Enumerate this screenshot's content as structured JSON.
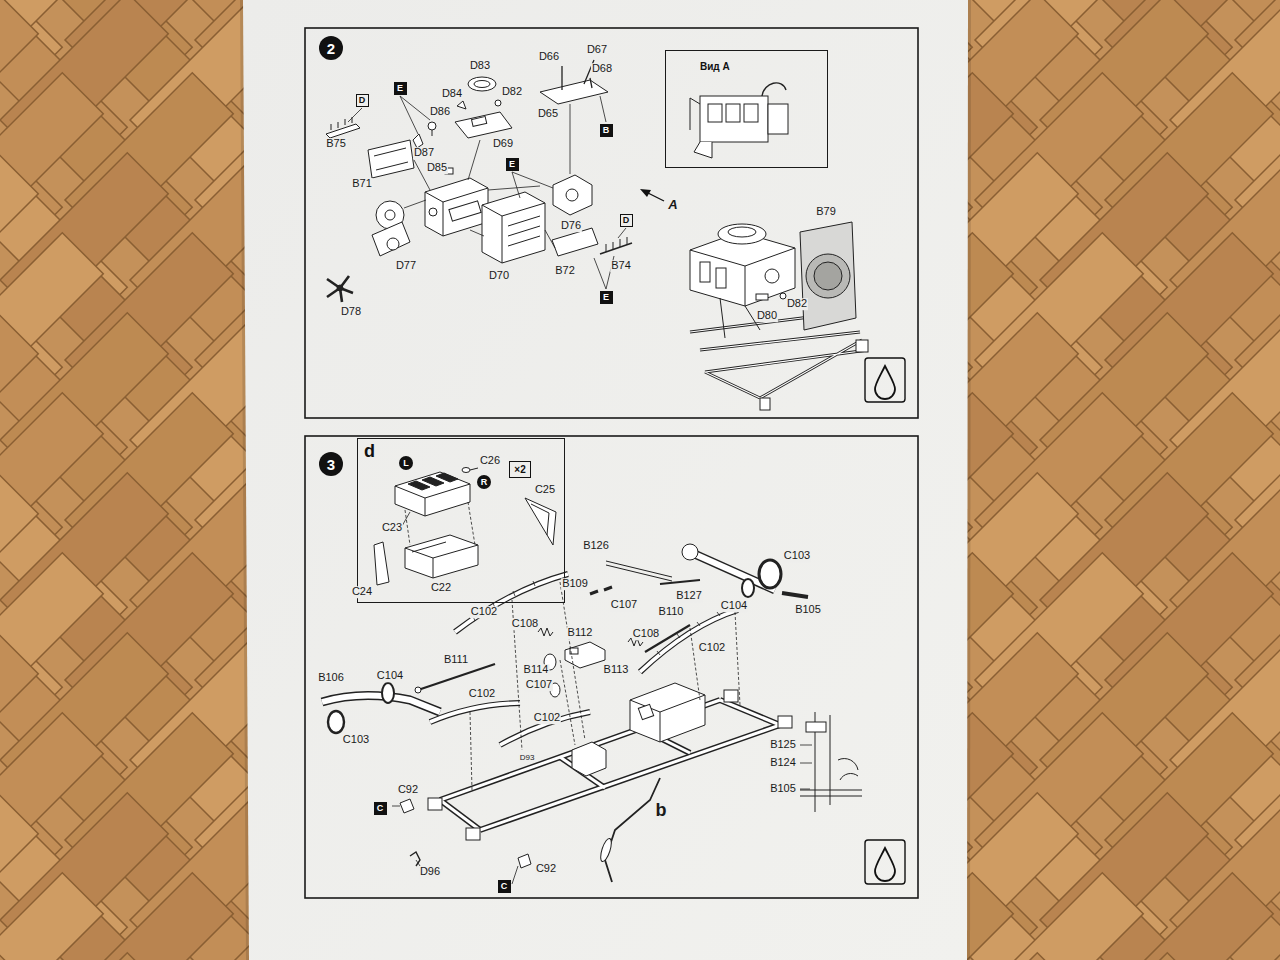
{
  "diagram": {
    "nodes": [
      {
        "text": [
          "2"
        ]
      },
      {
        "text": [
          "D"
        ]
      },
      {
        "text": [
          "E"
        ]
      },
      {
        "text": [
          "B"
        ]
      },
      {
        "text": [
          "Вид А"
        ]
      },
      {
        "text": [
          "E"
        ]
      },
      {
        "text": [
          "D"
        ]
      },
      {
        "text": [
          "E"
        ]
      },
      {
        "text": [
          "3"
        ]
      },
      {
        "text": [
          "d"
        ]
      },
      {
        "text": [
          "L"
        ],
        "in": 9
      },
      {
        "text": [
          "R"
        ],
        "in": 9
      },
      {
        "text": [
          "×2"
        ],
        "in": 9
      },
      {
        "text": [
          "C"
        ]
      },
      {
        "text": [
          "C"
        ]
      }
    ],
    "labels": [
      "D83",
      "D66",
      "D67",
      "D68",
      "D84",
      "D82",
      "D86",
      "D65",
      "B75",
      "D69",
      "D87",
      "D85",
      "B71",
      "A",
      "D76",
      "B79",
      "D77",
      "B72",
      "B74",
      "D70",
      "D82",
      "D78",
      "D80",
      "C26",
      "C23",
      "C25",
      "B126",
      "C103",
      "C24",
      "C22",
      "B109",
      "B127",
      "C107",
      "B105",
      "B110",
      "C104",
      "C102",
      "C108",
      "B112",
      "B113",
      "C108",
      "C102",
      "B111",
      "B106",
      "C104",
      "B114",
      "C107",
      "C102",
      "C103",
      "C102",
      "B125",
      "D93",
      "B124",
      "B105",
      "C92",
      "b",
      "D96",
      "C92"
    ]
  }
}
